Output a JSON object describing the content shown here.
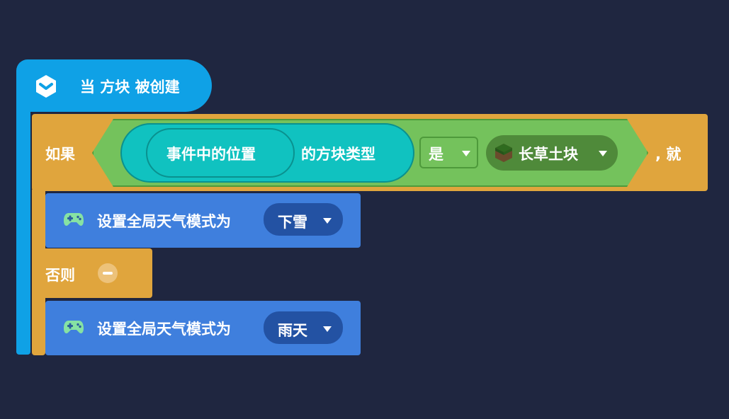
{
  "event": {
    "label": "当 方块 被创建",
    "icon": "cube-icon"
  },
  "if_block": {
    "if_label": "如果",
    "then_label": ", 就",
    "else_label": "否则",
    "remove_icon": "minus-circle-icon"
  },
  "condition": {
    "position_label": "事件中的位置",
    "block_type_label": "的方块类型",
    "comparator": "是",
    "block_value": "长草土块",
    "block_icon": "grass-block-icon"
  },
  "actions": [
    {
      "icon": "gamepad-icon",
      "label": "设置全局天气模式为",
      "value": "下雪"
    },
    {
      "icon": "gamepad-icon",
      "label": "设置全局天气模式为",
      "value": "雨天"
    }
  ],
  "colors": {
    "background": "#1f2640",
    "event_blue": "#0fa1e6",
    "control_orange": "#e0a53d",
    "logic_green": "#74c25c",
    "sensing_teal": "#10c2c0",
    "action_blue": "#3f7fdd",
    "dropdown_navy": "#2352a3"
  }
}
